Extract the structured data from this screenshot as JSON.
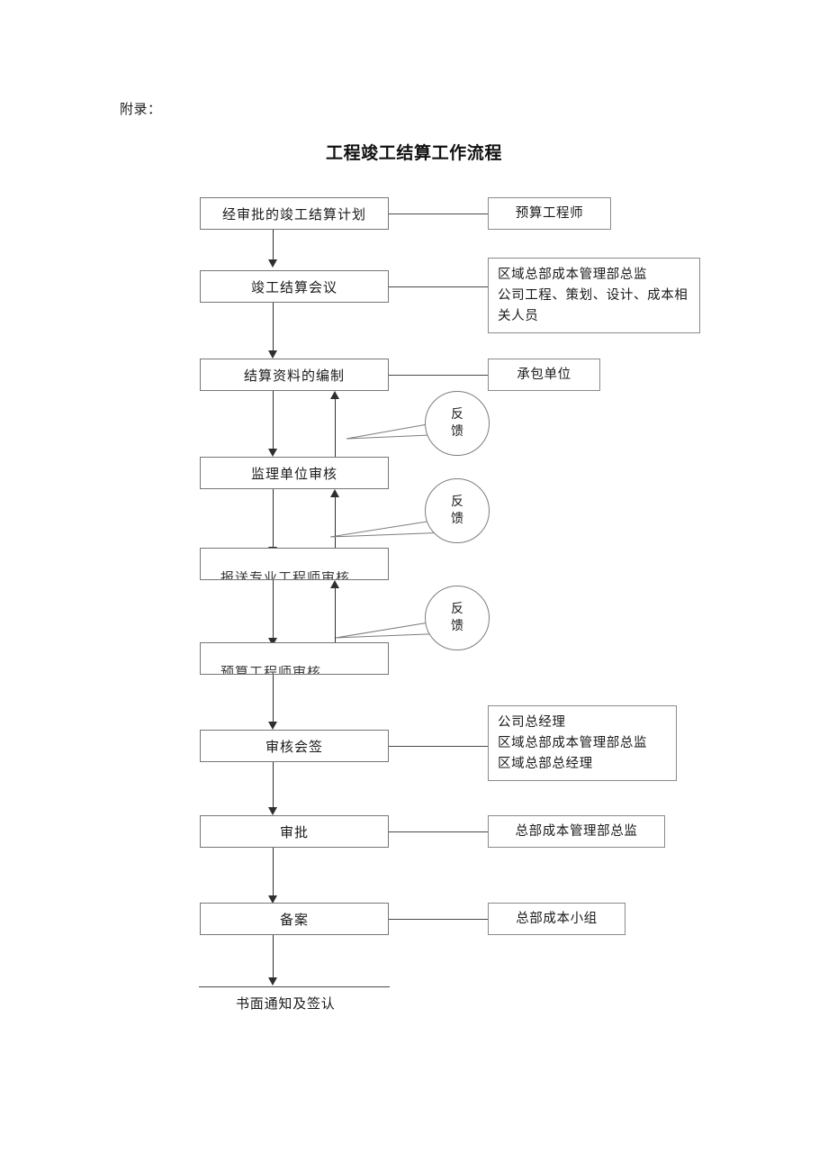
{
  "document": {
    "prefix_label": "附录：",
    "title": "工程竣工结算工作流程"
  },
  "flow": {
    "nodes": [
      {
        "id": "plan",
        "label": "经审批的竣工结算计划",
        "clipped": false
      },
      {
        "id": "meeting",
        "label": "竣工结算会议",
        "clipped": false
      },
      {
        "id": "compile",
        "label": "结算资料的编制",
        "clipped": false
      },
      {
        "id": "supervisor",
        "label": "监理单位审核",
        "clipped": false
      },
      {
        "id": "submit-engineer",
        "label": "报送专业工程师审核",
        "clipped": true
      },
      {
        "id": "budget-engineer",
        "label": "预算工程师审核",
        "clipped": true
      },
      {
        "id": "countersign",
        "label": "审核会签",
        "clipped": false
      },
      {
        "id": "approval",
        "label": "审批",
        "clipped": false
      },
      {
        "id": "filing",
        "label": "备案",
        "clipped": false
      }
    ],
    "roles": [
      {
        "for": "plan",
        "lines": [
          "预算工程师"
        ]
      },
      {
        "for": "meeting",
        "lines": [
          "区域总部成本管理部总监",
          "公司工程、策划、设计、成本相",
          "关人员"
        ]
      },
      {
        "for": "compile",
        "lines": [
          "承包单位"
        ]
      },
      {
        "for": "countersign",
        "lines": [
          "公司总经理",
          "区域总部成本管理部总监",
          "区域总部总经理"
        ]
      },
      {
        "for": "approval",
        "lines": [
          "总部成本管理部总监"
        ]
      },
      {
        "for": "filing",
        "lines": [
          "总部成本小组"
        ]
      }
    ],
    "feedback_callouts": [
      {
        "id": "feedback-1",
        "chars": [
          "反",
          "馈"
        ],
        "between": [
          "compile",
          "supervisor"
        ]
      },
      {
        "id": "feedback-2",
        "chars": [
          "反",
          "馈"
        ],
        "between": [
          "supervisor",
          "submit-engineer"
        ]
      },
      {
        "id": "feedback-3",
        "chars": [
          "反",
          "馈"
        ],
        "between": [
          "submit-engineer",
          "budget-engineer"
        ]
      }
    ],
    "terminal": {
      "label": "书面通知及签认"
    }
  },
  "colors": {
    "node_border": "#767676",
    "role_border": "#8a8a8a",
    "connector": "#2f2f2f",
    "text": "#1a1a1a",
    "background": "#ffffff"
  }
}
